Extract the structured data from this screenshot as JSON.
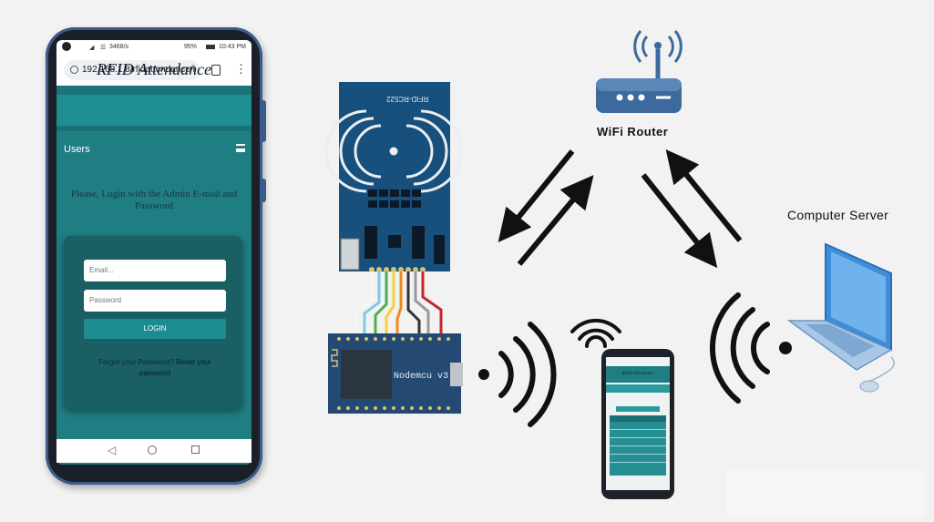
{
  "phone": {
    "status": {
      "speed": "3468/s",
      "battery": "95%",
      "time": "10:43 PM"
    },
    "url": "192.168.1.8/rfidattendance/l",
    "app_title": "RFID Attendance",
    "nav_label": "Users",
    "login_message": "Please, Login with the Admin E-mail and Password",
    "email_placeholder": "Email...",
    "password_placeholder": "Password",
    "login_button": "LOGIN",
    "forgot_text": "Forgot your Password?",
    "reset_text": "Reset your password"
  },
  "rfid_module": {
    "label": "RFID-RC522"
  },
  "nodemcu": {
    "label": "Nodemcu v3"
  },
  "router": {
    "label": "WiFi Router"
  },
  "server": {
    "label": "Computer Server"
  },
  "small_phone": {
    "app_title": "RFID Attendance"
  },
  "colors": {
    "app_teal": "#1f7e82",
    "board_blue": "#17507c",
    "router_blue": "#3d6a9c",
    "laptop_blue": "#3e8fd8",
    "wires": [
      "#f5f5f5",
      "#7fc9e6",
      "#4caf50",
      "#f2d13b",
      "#f28a1b",
      "#333333",
      "#c62828"
    ]
  }
}
